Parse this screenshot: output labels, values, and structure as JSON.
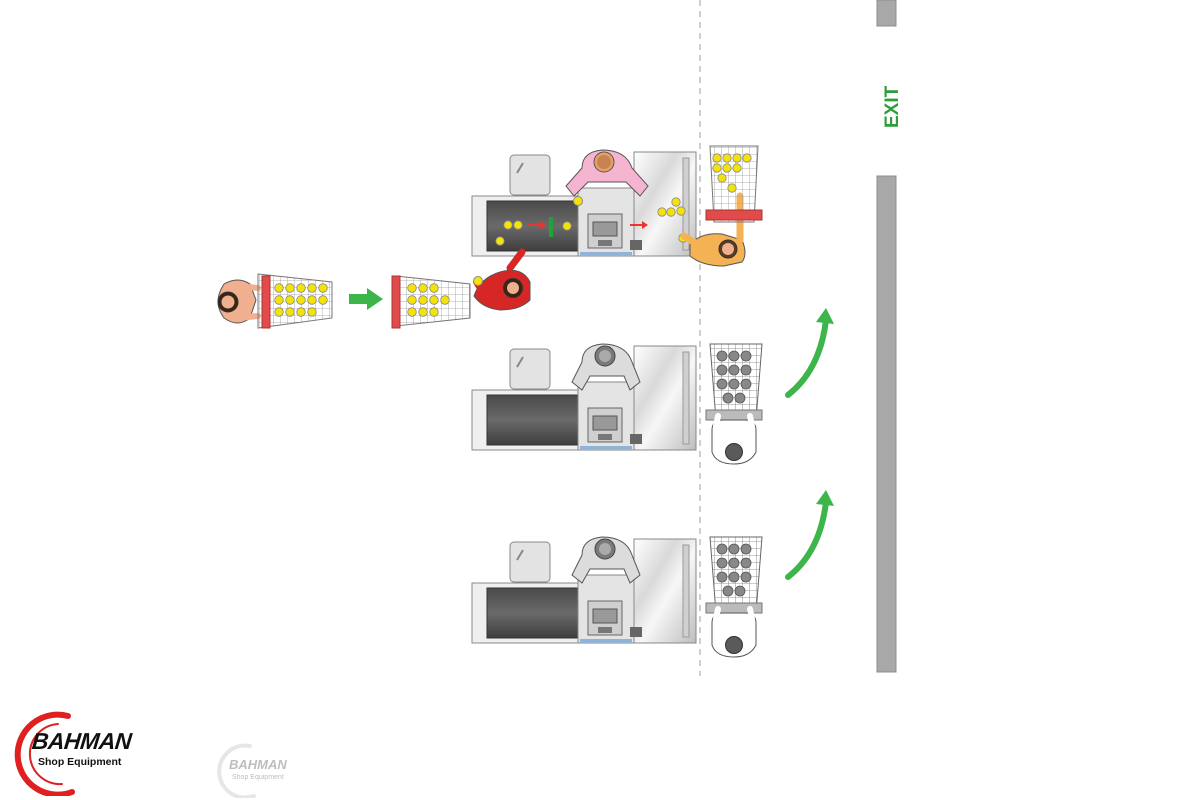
{
  "exit_label": "EXIT",
  "logo": {
    "name": "BAHMAN",
    "tagline": "Shop Equipment",
    "accent": "#e02020"
  },
  "watermark": {
    "name": "BAHMAN",
    "tagline": "Shop Equipment"
  },
  "colors": {
    "arrow": "#3cb54a",
    "exit_text": "#2e9e3c",
    "item_yellow": "#f4e30a",
    "shopper_skin": "#f0b090",
    "cashier_top": "#f5b5d0",
    "bagger_top": "#f5b254",
    "customer_top": "#d62626",
    "wall": "#a8a8a8",
    "dashed_line": "#b5b5b5"
  },
  "lanes": [
    {
      "state": "active",
      "icons": [
        "shopper-icon",
        "trolley-icon",
        "cashier-icon",
        "bagger-icon",
        "item-icon"
      ]
    },
    {
      "state": "idle",
      "icons": [
        "shopper-icon",
        "trolley-icon",
        "cashier-icon"
      ]
    },
    {
      "state": "idle",
      "icons": [
        "shopper-icon",
        "trolley-icon",
        "cashier-icon"
      ]
    }
  ]
}
